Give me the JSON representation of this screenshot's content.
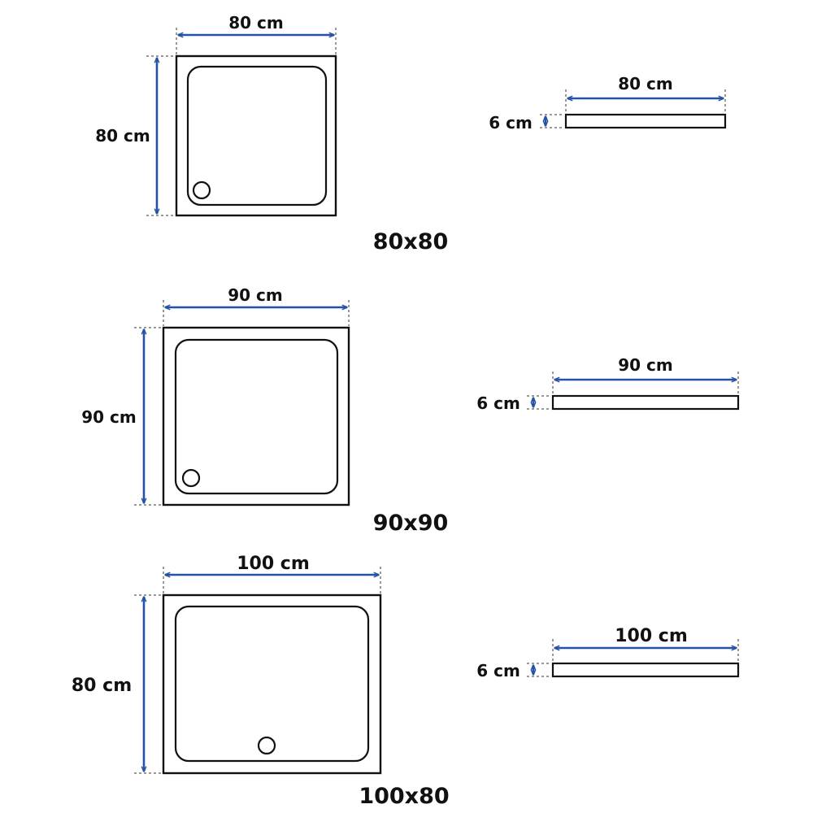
{
  "diagram": {
    "colors": {
      "dimension": "#2452a4",
      "outline": "#111111"
    },
    "variants": [
      {
        "model": "80x80",
        "width": "80 cm",
        "depth": "80 cm",
        "height": "6 cm",
        "profile_width": "80 cm"
      },
      {
        "model": "90x90",
        "width": "90 cm",
        "depth": "90 cm",
        "height": "6 cm",
        "profile_width": "90 cm"
      },
      {
        "model": "100x80",
        "width": "100 cm",
        "depth": "80 cm",
        "height": "6 cm",
        "profile_width": "100 cm"
      }
    ]
  }
}
